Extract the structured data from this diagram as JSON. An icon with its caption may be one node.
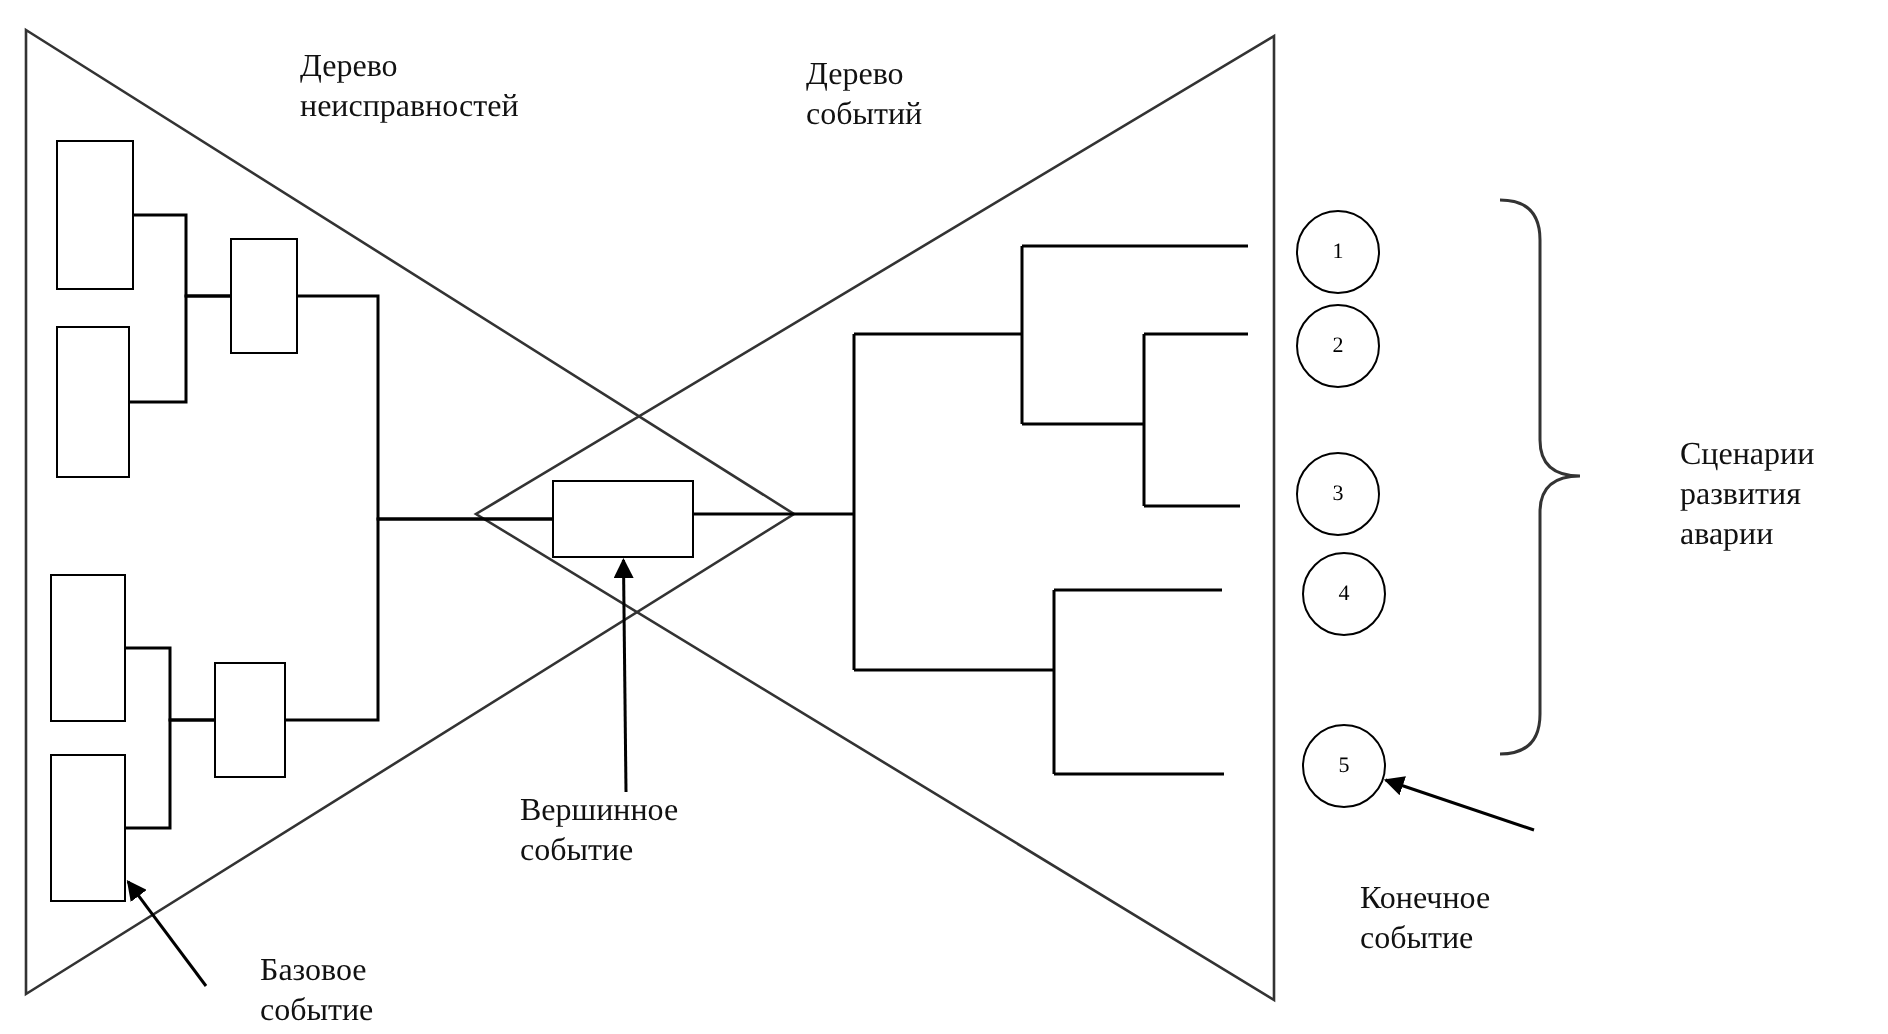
{
  "diagram": {
    "nodes": [
      {
        "text": [],
        "shape": "box"
      },
      {
        "text": [],
        "shape": "box"
      },
      {
        "text": [],
        "shape": "box"
      },
      {
        "text": [],
        "shape": "box"
      },
      {
        "text": [],
        "shape": "box"
      },
      {
        "text": [],
        "shape": "box"
      },
      {
        "text": [],
        "shape": "box"
      },
      {
        "text": [
          "1"
        ]
      },
      {
        "text": [
          "2"
        ]
      },
      {
        "text": [
          "3"
        ]
      },
      {
        "text": [
          "4"
        ]
      },
      {
        "text": [
          "5"
        ]
      },
      {
        "text": [
          "Вершинное событие"
        ]
      },
      {
        "text": [
          "Базовое событие"
        ]
      },
      {
        "text": [
          "Конечное событие"
        ]
      }
    ],
    "edges": [
      {
        "from": 0,
        "to": 2,
        "arrow": "none"
      },
      {
        "from": 1,
        "to": 2,
        "arrow": "none"
      },
      {
        "from": 3,
        "to": 4,
        "arrow": "none"
      },
      {
        "from": 5,
        "to": 4,
        "arrow": "none"
      },
      {
        "from": 2,
        "to": 6,
        "arrow": "none"
      },
      {
        "from": 4,
        "to": 6,
        "arrow": "none"
      },
      {
        "from": 12,
        "to": 6,
        "arrow": "to"
      },
      {
        "from": 13,
        "to": 5,
        "arrow": "to"
      },
      {
        "from": 14,
        "to": 11,
        "arrow": "to"
      }
    ],
    "labels": [
      "Дерево неисправностей",
      "Дерево событий",
      "Сценарии развития аварии"
    ]
  }
}
